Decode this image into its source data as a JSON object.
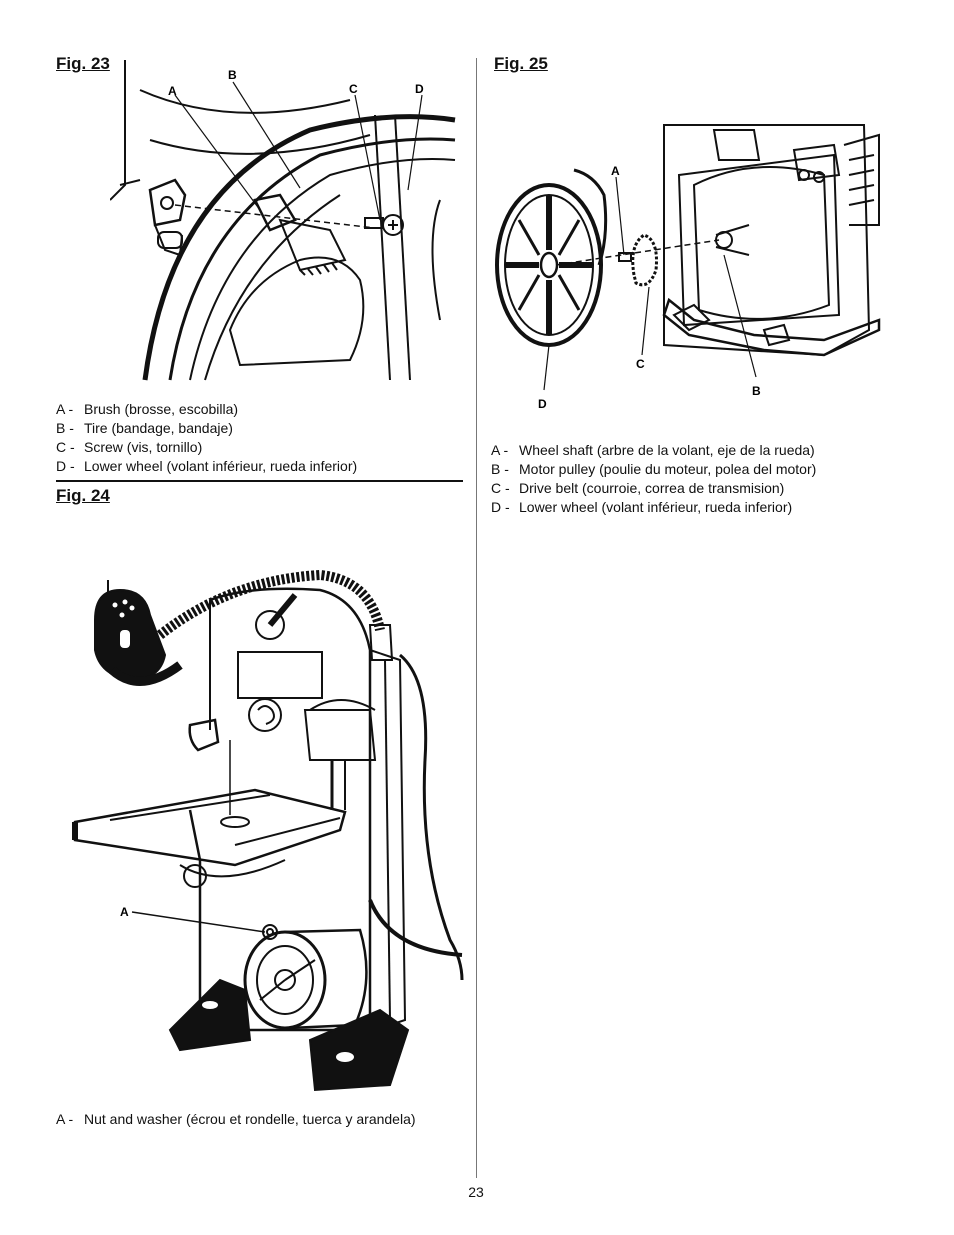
{
  "figures": {
    "fig23": {
      "title": "Fig. 23",
      "callouts": {
        "a": "A",
        "b": "B",
        "c": "C",
        "d": "D"
      },
      "legend": [
        {
          "key": "A -",
          "text": "Brush (brosse, escobilla)"
        },
        {
          "key": "B -",
          "text": "Tire (bandage, bandaje)"
        },
        {
          "key": "C -",
          "text": "Screw (vis, tornillo)"
        },
        {
          "key": "D -",
          "text": "Lower wheel (volant inférieur, rueda inferior)"
        }
      ]
    },
    "fig24": {
      "title": "Fig. 24",
      "callouts": {
        "a": "A"
      },
      "legend": [
        {
          "key": "A -",
          "text": "Nut and washer (écrou et rondelle, tuerca y arandela)"
        }
      ]
    },
    "fig25": {
      "title": "Fig. 25",
      "callouts": {
        "a": "A",
        "b": "B",
        "c": "C",
        "d": "D"
      },
      "legend": [
        {
          "key": "A -",
          "text": "Wheel shaft (arbre de la volant, eje de la rueda)"
        },
        {
          "key": "B -",
          "text": "Motor pulley (poulie du moteur, polea del motor)"
        },
        {
          "key": "C -",
          "text": "Drive belt (courroie, correa de transmision)"
        },
        {
          "key": "D -",
          "text": "Lower wheel (volant inférieur, rueda inferior)"
        }
      ]
    }
  },
  "page_number": "23"
}
